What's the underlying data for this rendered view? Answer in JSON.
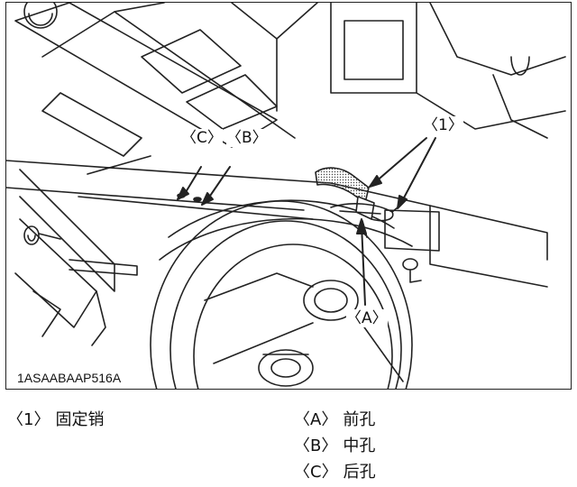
{
  "figure": {
    "code": "1ASAABAAP516A",
    "callouts": {
      "c": "〈C〉",
      "b": "〈B〉",
      "one": "〈1〉",
      "a": "〈A〉"
    }
  },
  "legend": {
    "left": [
      {
        "mark": "〈1〉",
        "text": "固定销"
      }
    ],
    "right": [
      {
        "mark": "〈A〉",
        "text": "前孔"
      },
      {
        "mark": "〈B〉",
        "text": "中孔"
      },
      {
        "mark": "〈C〉",
        "text": "后孔"
      }
    ]
  }
}
